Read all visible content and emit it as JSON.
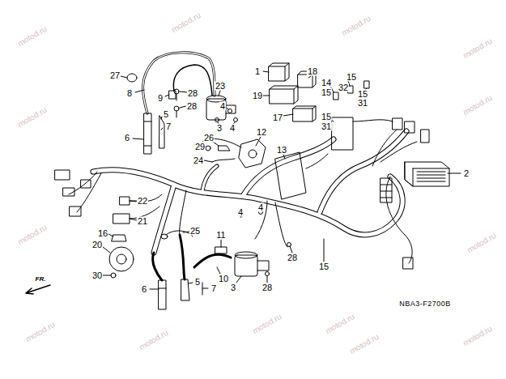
{
  "diagram": {
    "labels": [
      "27",
      "8",
      "9",
      "28",
      "28",
      "23",
      "4",
      "3",
      "4",
      "5",
      "7",
      "6",
      "1",
      "18",
      "19",
      "14",
      "15",
      "15",
      "32",
      "15",
      "31",
      "17",
      "15",
      "31",
      "12",
      "29",
      "26",
      "13",
      "24",
      "2",
      "22",
      "21",
      "16",
      "20",
      "25",
      "4",
      "4",
      "11",
      "10",
      "15",
      "3",
      "28",
      "28",
      "30",
      "5",
      "6",
      "7",
      "FR.",
      "NBA3-F2700B",
      "motod.ru",
      "motod.ru",
      "motod.ru",
      "motod.ru",
      "motod.ru",
      "motod.ru",
      "motod.ru",
      "motod.ru",
      "motod.ru",
      "motod.ru",
      "motod.ru",
      "motod.ru",
      "motod.ru",
      "motod.ru"
    ]
  }
}
